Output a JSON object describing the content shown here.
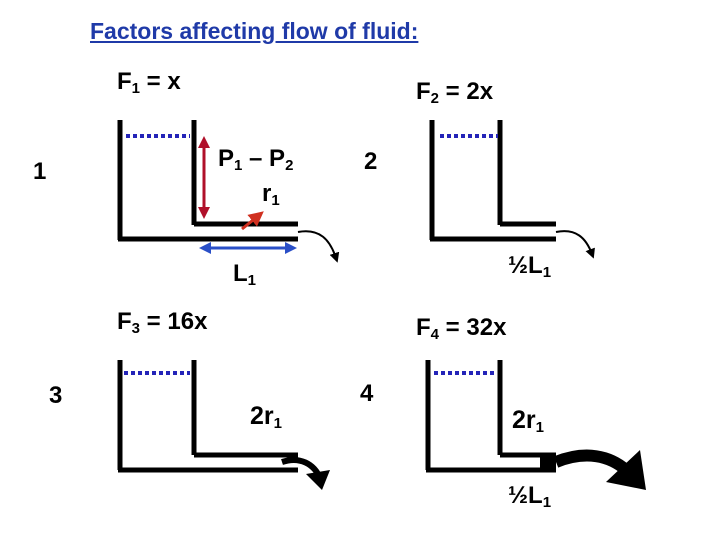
{
  "title": "Factors affecting flow of fluid:",
  "colors": {
    "title": "#1f3aa8",
    "level": "#2424b8",
    "pressure_arrow": "#b0102a",
    "length_arrow": "#2a4fc7",
    "radius_arrow": "#d03020",
    "ink": "#000000"
  },
  "panel1": {
    "number": "1",
    "flow": {
      "main": "F",
      "sub": "1",
      "rest": " = x"
    },
    "pressure": {
      "p1": "P",
      "p1_sub": "1",
      "dash": " – ",
      "p2": "P",
      "p2_sub": "2"
    },
    "radius": {
      "main": "r",
      "sub": "1"
    },
    "length": {
      "main": "L",
      "sub": "1"
    }
  },
  "panel2": {
    "number": "2",
    "flow": {
      "main": "F",
      "sub": "2",
      "rest": " = 2x"
    },
    "length": {
      "main": "½L",
      "sub": "1"
    }
  },
  "panel3": {
    "number": "3",
    "flow": {
      "main": "F",
      "sub": "3",
      "rest": " = 16x"
    },
    "radius": {
      "main": "2r",
      "sub": "1"
    }
  },
  "panel4": {
    "number": "4",
    "flow": {
      "main": "F",
      "sub": "4",
      "rest": " = 32x"
    },
    "radius": {
      "main": "2r",
      "sub": "1"
    },
    "length": {
      "main": "½L",
      "sub": "1"
    }
  }
}
